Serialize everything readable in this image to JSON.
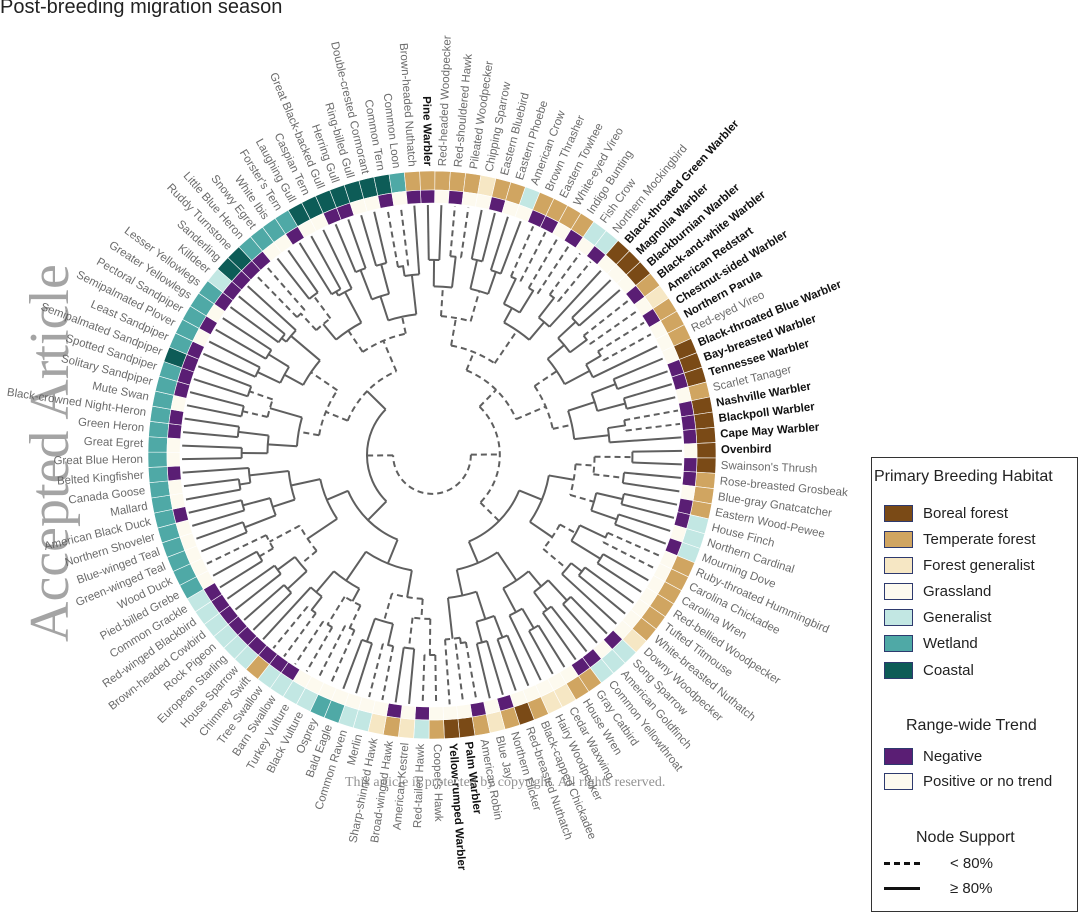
{
  "figure_title": "Post-breeding migration season",
  "watermarks": {
    "vertical": "Accepted Article",
    "copyright": "This article is protected by copyright. All rights reserved."
  },
  "colors": {
    "boreal_forest": "#7a4a16",
    "temperate_forest": "#d0a561",
    "forest_generalist": "#f6e7c4",
    "grassland": "#fdfaef",
    "generalist": "#c2e7e3",
    "wetland": "#4fa9a6",
    "coastal": "#0d5c57",
    "negative": "#5a1e74",
    "positive": "#fdfaef",
    "branch": "#5f5f5f",
    "label": "#6b6b6b",
    "label_bold": "#111111"
  },
  "legend": {
    "habitat_title": "Primary Breeding Habitat",
    "habitats": [
      {
        "key": "boreal_forest",
        "label": "Boreal forest"
      },
      {
        "key": "temperate_forest",
        "label": "Temperate forest"
      },
      {
        "key": "forest_generalist",
        "label": "Forest generalist"
      },
      {
        "key": "grassland",
        "label": "Grassland"
      },
      {
        "key": "generalist",
        "label": "Generalist"
      },
      {
        "key": "wetland",
        "label": "Wetland"
      },
      {
        "key": "coastal",
        "label": "Coastal"
      }
    ],
    "trend_title": "Range-wide Trend",
    "trends": [
      {
        "key": "negative",
        "label": "Negative"
      },
      {
        "key": "positive",
        "label": "Positive or no trend"
      }
    ],
    "support_title": "Node Support",
    "supports": [
      {
        "style": "dashed",
        "label": "< 80%"
      },
      {
        "style": "solid",
        "label": "≥ 80%"
      }
    ]
  },
  "species": [
    {
      "name": "Pine Warbler",
      "habitat": "temperate_forest",
      "trend": "negative",
      "bold": true
    },
    {
      "name": "Red-headed Woodpecker",
      "habitat": "temperate_forest",
      "trend": "positive",
      "bold": false
    },
    {
      "name": "Red-shouldered Hawk",
      "habitat": "temperate_forest",
      "trend": "negative",
      "bold": false
    },
    {
      "name": "Pileated Woodpecker",
      "habitat": "temperate_forest",
      "trend": "positive",
      "bold": false
    },
    {
      "name": "Chipping Sparrow",
      "habitat": "forest_generalist",
      "trend": "positive",
      "bold": false
    },
    {
      "name": "Eastern Bluebird",
      "habitat": "temperate_forest",
      "trend": "negative",
      "bold": false
    },
    {
      "name": "Eastern Phoebe",
      "habitat": "temperate_forest",
      "trend": "positive",
      "bold": false
    },
    {
      "name": "American Crow",
      "habitat": "generalist",
      "trend": "positive",
      "bold": false
    },
    {
      "name": "Brown Thrasher",
      "habitat": "temperate_forest",
      "trend": "negative",
      "bold": false
    },
    {
      "name": "Eastern Towhee",
      "habitat": "temperate_forest",
      "trend": "negative",
      "bold": false
    },
    {
      "name": "White-eyed Vireo",
      "habitat": "temperate_forest",
      "trend": "positive",
      "bold": false
    },
    {
      "name": "Indigo Bunting",
      "habitat": "temperate_forest",
      "trend": "negative",
      "bold": false
    },
    {
      "name": "Fish Crow",
      "habitat": "generalist",
      "trend": "positive",
      "bold": false
    },
    {
      "name": "Northern Mockingbird",
      "habitat": "generalist",
      "trend": "negative",
      "bold": false
    },
    {
      "name": "Black-throated Green Warbler",
      "habitat": "boreal_forest",
      "trend": "positive",
      "bold": true
    },
    {
      "name": "Magnolia Warbler",
      "habitat": "boreal_forest",
      "trend": "positive",
      "bold": true
    },
    {
      "name": "Blackburnian Warbler",
      "habitat": "boreal_forest",
      "trend": "positive",
      "bold": true
    },
    {
      "name": "Black-and-white Warbler",
      "habitat": "temperate_forest",
      "trend": "negative",
      "bold": true
    },
    {
      "name": "American Redstart",
      "habitat": "forest_generalist",
      "trend": "positive",
      "bold": true
    },
    {
      "name": "Chestnut-sided Warbler",
      "habitat": "temperate_forest",
      "trend": "negative",
      "bold": true
    },
    {
      "name": "Northern Parula",
      "habitat": "temperate_forest",
      "trend": "positive",
      "bold": true
    },
    {
      "name": "Red-eyed Vireo",
      "habitat": "temperate_forest",
      "trend": "positive",
      "bold": false
    },
    {
      "name": "Black-throated Blue Warbler",
      "habitat": "boreal_forest",
      "trend": "positive",
      "bold": true
    },
    {
      "name": "Bay-breasted Warbler",
      "habitat": "boreal_forest",
      "trend": "negative",
      "bold": true
    },
    {
      "name": "Tennessee Warbler",
      "habitat": "boreal_forest",
      "trend": "negative",
      "bold": true
    },
    {
      "name": "Scarlet Tanager",
      "habitat": "temperate_forest",
      "trend": "positive",
      "bold": false
    },
    {
      "name": "Nashville Warbler",
      "habitat": "boreal_forest",
      "trend": "negative",
      "bold": true
    },
    {
      "name": "Blackpoll Warbler",
      "habitat": "boreal_forest",
      "trend": "negative",
      "bold": true
    },
    {
      "name": "Cape May Warbler",
      "habitat": "boreal_forest",
      "trend": "negative",
      "bold": true
    },
    {
      "name": "Ovenbird",
      "habitat": "boreal_forest",
      "trend": "positive",
      "bold": true
    },
    {
      "name": "Swainson's Thrush",
      "habitat": "boreal_forest",
      "trend": "negative",
      "bold": false
    },
    {
      "name": "Rose-breasted Grosbeak",
      "habitat": "temperate_forest",
      "trend": "negative",
      "bold": false
    },
    {
      "name": "Blue-gray Gnatcatcher",
      "habitat": "temperate_forest",
      "trend": "positive",
      "bold": false
    },
    {
      "name": "Eastern Wood-Pewee",
      "habitat": "temperate_forest",
      "trend": "negative",
      "bold": false
    },
    {
      "name": "House Finch",
      "habitat": "generalist",
      "trend": "negative",
      "bold": false
    },
    {
      "name": "Northern Cardinal",
      "habitat": "generalist",
      "trend": "positive",
      "bold": false
    },
    {
      "name": "Mourning Dove",
      "habitat": "generalist",
      "trend": "negative",
      "bold": false
    },
    {
      "name": "Ruby-throated Hummingbird",
      "habitat": "temperate_forest",
      "trend": "positive",
      "bold": false
    },
    {
      "name": "Carolina Chickadee",
      "habitat": "temperate_forest",
      "trend": "positive",
      "bold": false
    },
    {
      "name": "Carolina Wren",
      "habitat": "temperate_forest",
      "trend": "positive",
      "bold": false
    },
    {
      "name": "Red-bellied Woodpecker",
      "habitat": "temperate_forest",
      "trend": "positive",
      "bold": false
    },
    {
      "name": "Tufted Titmouse",
      "habitat": "temperate_forest",
      "trend": "positive",
      "bold": false
    },
    {
      "name": "White-breasted Nuthatch",
      "habitat": "temperate_forest",
      "trend": "positive",
      "bold": false
    },
    {
      "name": "Downy Woodpecker",
      "habitat": "forest_generalist",
      "trend": "positive",
      "bold": false
    },
    {
      "name": "Song Sparrow",
      "habitat": "generalist",
      "trend": "negative",
      "bold": false
    },
    {
      "name": "American Goldfinch",
      "habitat": "generalist",
      "trend": "positive",
      "bold": false
    },
    {
      "name": "Common Yellowthroat",
      "habitat": "generalist",
      "trend": "negative",
      "bold": false
    },
    {
      "name": "Gray Catbird",
      "habitat": "temperate_forest",
      "trend": "negative",
      "bold": false
    },
    {
      "name": "House Wren",
      "habitat": "temperate_forest",
      "trend": "positive",
      "bold": false
    },
    {
      "name": "Cedar Waxwing",
      "habitat": "forest_generalist",
      "trend": "positive",
      "bold": false
    },
    {
      "name": "Hairy Woodpecker",
      "habitat": "forest_generalist",
      "trend": "positive",
      "bold": false
    },
    {
      "name": "Black-capped Chickadee",
      "habitat": "temperate_forest",
      "trend": "positive",
      "bold": false
    },
    {
      "name": "Red-breasted Nuthatch",
      "habitat": "boreal_forest",
      "trend": "positive",
      "bold": false
    },
    {
      "name": "Northern Flicker",
      "habitat": "temperate_forest",
      "trend": "negative",
      "bold": false
    },
    {
      "name": "Blue Jay",
      "habitat": "forest_generalist",
      "trend": "positive",
      "bold": false
    },
    {
      "name": "American Robin",
      "habitat": "temperate_forest",
      "trend": "negative",
      "bold": false
    },
    {
      "name": "Palm Warbler",
      "habitat": "boreal_forest",
      "trend": "positive",
      "bold": true
    },
    {
      "name": "Yellow-rumped Warbler",
      "habitat": "boreal_forest",
      "trend": "positive",
      "bold": true
    },
    {
      "name": "Cooper's Hawk",
      "habitat": "temperate_forest",
      "trend": "positive",
      "bold": false
    },
    {
      "name": "Red-tailed Hawk",
      "habitat": "generalist",
      "trend": "negative",
      "bold": false
    },
    {
      "name": "American Kestrel",
      "habitat": "forest_generalist",
      "trend": "positive",
      "bold": false
    },
    {
      "name": "Broad-winged Hawk",
      "habitat": "temperate_forest",
      "trend": "negative",
      "bold": false
    },
    {
      "name": "Sharp-shinned Hawk",
      "habitat": "forest_generalist",
      "trend": "positive",
      "bold": false
    },
    {
      "name": "Merlin",
      "habitat": "generalist",
      "trend": "positive",
      "bold": false
    },
    {
      "name": "Common Raven",
      "habitat": "generalist",
      "trend": "positive",
      "bold": false
    },
    {
      "name": "Bald Eagle",
      "habitat": "wetland",
      "trend": "positive",
      "bold": false
    },
    {
      "name": "Osprey",
      "habitat": "wetland",
      "trend": "positive",
      "bold": false
    },
    {
      "name": "Black Vulture",
      "habitat": "generalist",
      "trend": "positive",
      "bold": false
    },
    {
      "name": "Turkey Vulture",
      "habitat": "generalist",
      "trend": "positive",
      "bold": false
    },
    {
      "name": "Barn Swallow",
      "habitat": "generalist",
      "trend": "negative",
      "bold": false
    },
    {
      "name": "Tree Swallow",
      "habitat": "generalist",
      "trend": "negative",
      "bold": false
    },
    {
      "name": "Chimney Swift",
      "habitat": "temperate_forest",
      "trend": "negative",
      "bold": false
    },
    {
      "name": "House Sparrow",
      "habitat": "generalist",
      "trend": "negative",
      "bold": false
    },
    {
      "name": "European Starling",
      "habitat": "generalist",
      "trend": "negative",
      "bold": false
    },
    {
      "name": "Rock Pigeon",
      "habitat": "generalist",
      "trend": "negative",
      "bold": false
    },
    {
      "name": "Brown-headed Cowbird",
      "habitat": "generalist",
      "trend": "negative",
      "bold": false
    },
    {
      "name": "Red-winged Blackbird",
      "habitat": "generalist",
      "trend": "negative",
      "bold": false
    },
    {
      "name": "Common Grackle",
      "habitat": "generalist",
      "trend": "negative",
      "bold": false
    },
    {
      "name": "Pied-billed Grebe",
      "habitat": "wetland",
      "trend": "positive",
      "bold": false
    },
    {
      "name": "Wood Duck",
      "habitat": "wetland",
      "trend": "positive",
      "bold": false
    },
    {
      "name": "Green-winged Teal",
      "habitat": "wetland",
      "trend": "positive",
      "bold": false
    },
    {
      "name": "Blue-winged Teal",
      "habitat": "wetland",
      "trend": "positive",
      "bold": false
    },
    {
      "name": "Northern Shoveler",
      "habitat": "wetland",
      "trend": "positive",
      "bold": false
    },
    {
      "name": "American Black Duck",
      "habitat": "wetland",
      "trend": "negative",
      "bold": false
    },
    {
      "name": "Mallard",
      "habitat": "wetland",
      "trend": "positive",
      "bold": false
    },
    {
      "name": "Canada Goose",
      "habitat": "wetland",
      "trend": "positive",
      "bold": false
    },
    {
      "name": "Belted Kingfisher",
      "habitat": "wetland",
      "trend": "negative",
      "bold": false
    },
    {
      "name": "Great Blue Heron",
      "habitat": "wetland",
      "trend": "positive",
      "bold": false
    },
    {
      "name": "Great Egret",
      "habitat": "wetland",
      "trend": "positive",
      "bold": false
    },
    {
      "name": "Green Heron",
      "habitat": "wetland",
      "trend": "negative",
      "bold": false
    },
    {
      "name": "Black-crowned Night-Heron",
      "habitat": "wetland",
      "trend": "negative",
      "bold": false
    },
    {
      "name": "Mute Swan",
      "habitat": "wetland",
      "trend": "positive",
      "bold": false
    },
    {
      "name": "Solitary Sandpiper",
      "habitat": "wetland",
      "trend": "negative",
      "bold": false
    },
    {
      "name": "Spotted Sandpiper",
      "habitat": "wetland",
      "trend": "negative",
      "bold": false
    },
    {
      "name": "Semipalmated Sandpiper",
      "habitat": "coastal",
      "trend": "negative",
      "bold": false
    },
    {
      "name": "Least Sandpiper",
      "habitat": "wetland",
      "trend": "negative",
      "bold": false
    },
    {
      "name": "Semipalmated Plover",
      "habitat": "wetland",
      "trend": "positive",
      "bold": false
    },
    {
      "name": "Pectoral Sandpiper",
      "habitat": "wetland",
      "trend": "negative",
      "bold": false
    },
    {
      "name": "Greater Yellowlegs",
      "habitat": "wetland",
      "trend": "positive",
      "bold": false
    },
    {
      "name": "Lesser Yellowlegs",
      "habitat": "wetland",
      "trend": "negative",
      "bold": false
    },
    {
      "name": "Killdeer",
      "habitat": "generalist",
      "trend": "negative",
      "bold": false
    },
    {
      "name": "Sanderling",
      "habitat": "coastal",
      "trend": "negative",
      "bold": false
    },
    {
      "name": "Ruddy Turnstone",
      "habitat": "coastal",
      "trend": "negative",
      "bold": false
    },
    {
      "name": "Little Blue Heron",
      "habitat": "wetland",
      "trend": "negative",
      "bold": false
    },
    {
      "name": "Snowy Egret",
      "habitat": "wetland",
      "trend": "positive",
      "bold": false
    },
    {
      "name": "White Ibis",
      "habitat": "wetland",
      "trend": "positive",
      "bold": false
    },
    {
      "name": "Forster's Tern",
      "habitat": "wetland",
      "trend": "negative",
      "bold": false
    },
    {
      "name": "Laughing Gull",
      "habitat": "coastal",
      "trend": "positive",
      "bold": false
    },
    {
      "name": "Caspian Tern",
      "habitat": "coastal",
      "trend": "positive",
      "bold": false
    },
    {
      "name": "Great Black-backed Gull",
      "habitat": "coastal",
      "trend": "negative",
      "bold": false
    },
    {
      "name": "Herring Gull",
      "habitat": "coastal",
      "trend": "negative",
      "bold": false
    },
    {
      "name": "Ring-billed Gull",
      "habitat": "coastal",
      "trend": "positive",
      "bold": false
    },
    {
      "name": "Double-crested Cormorant",
      "habitat": "coastal",
      "trend": "positive",
      "bold": false
    },
    {
      "name": "Common Tern",
      "habitat": "coastal",
      "trend": "negative",
      "bold": false
    },
    {
      "name": "Common Loon",
      "habitat": "wetland",
      "trend": "positive",
      "bold": false
    },
    {
      "name": "Brown-headed Nuthatch",
      "habitat": "temperate_forest",
      "trend": "negative",
      "bold": false
    }
  ]
}
